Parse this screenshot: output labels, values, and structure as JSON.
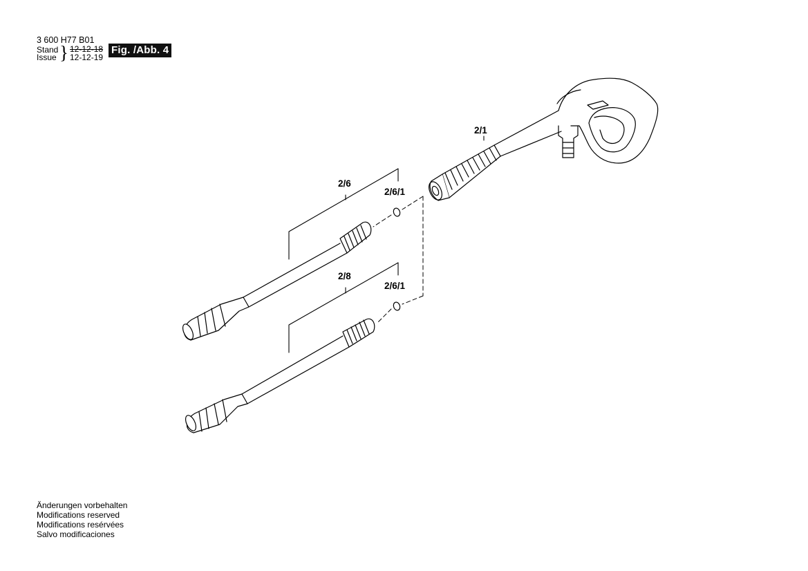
{
  "header": {
    "doc_number": "3 600 H77 B01",
    "stand_label": "Stand",
    "issue_label": "Issue",
    "brace": "}",
    "stand_date": "12-12-18",
    "issue_date": "12-12-19",
    "figure_label": "Fig. /Abb. 4"
  },
  "parts": [
    {
      "label": "2/1"
    },
    {
      "label": "2/6"
    },
    {
      "label": "2/6/1"
    },
    {
      "label": "2/8"
    },
    {
      "label": "2/6/1"
    }
  ],
  "footer": {
    "lines": [
      "Änderungen vorbehalten",
      "Modifications reserved",
      "Modifications resérvées",
      "Salvo modificaciones"
    ]
  }
}
